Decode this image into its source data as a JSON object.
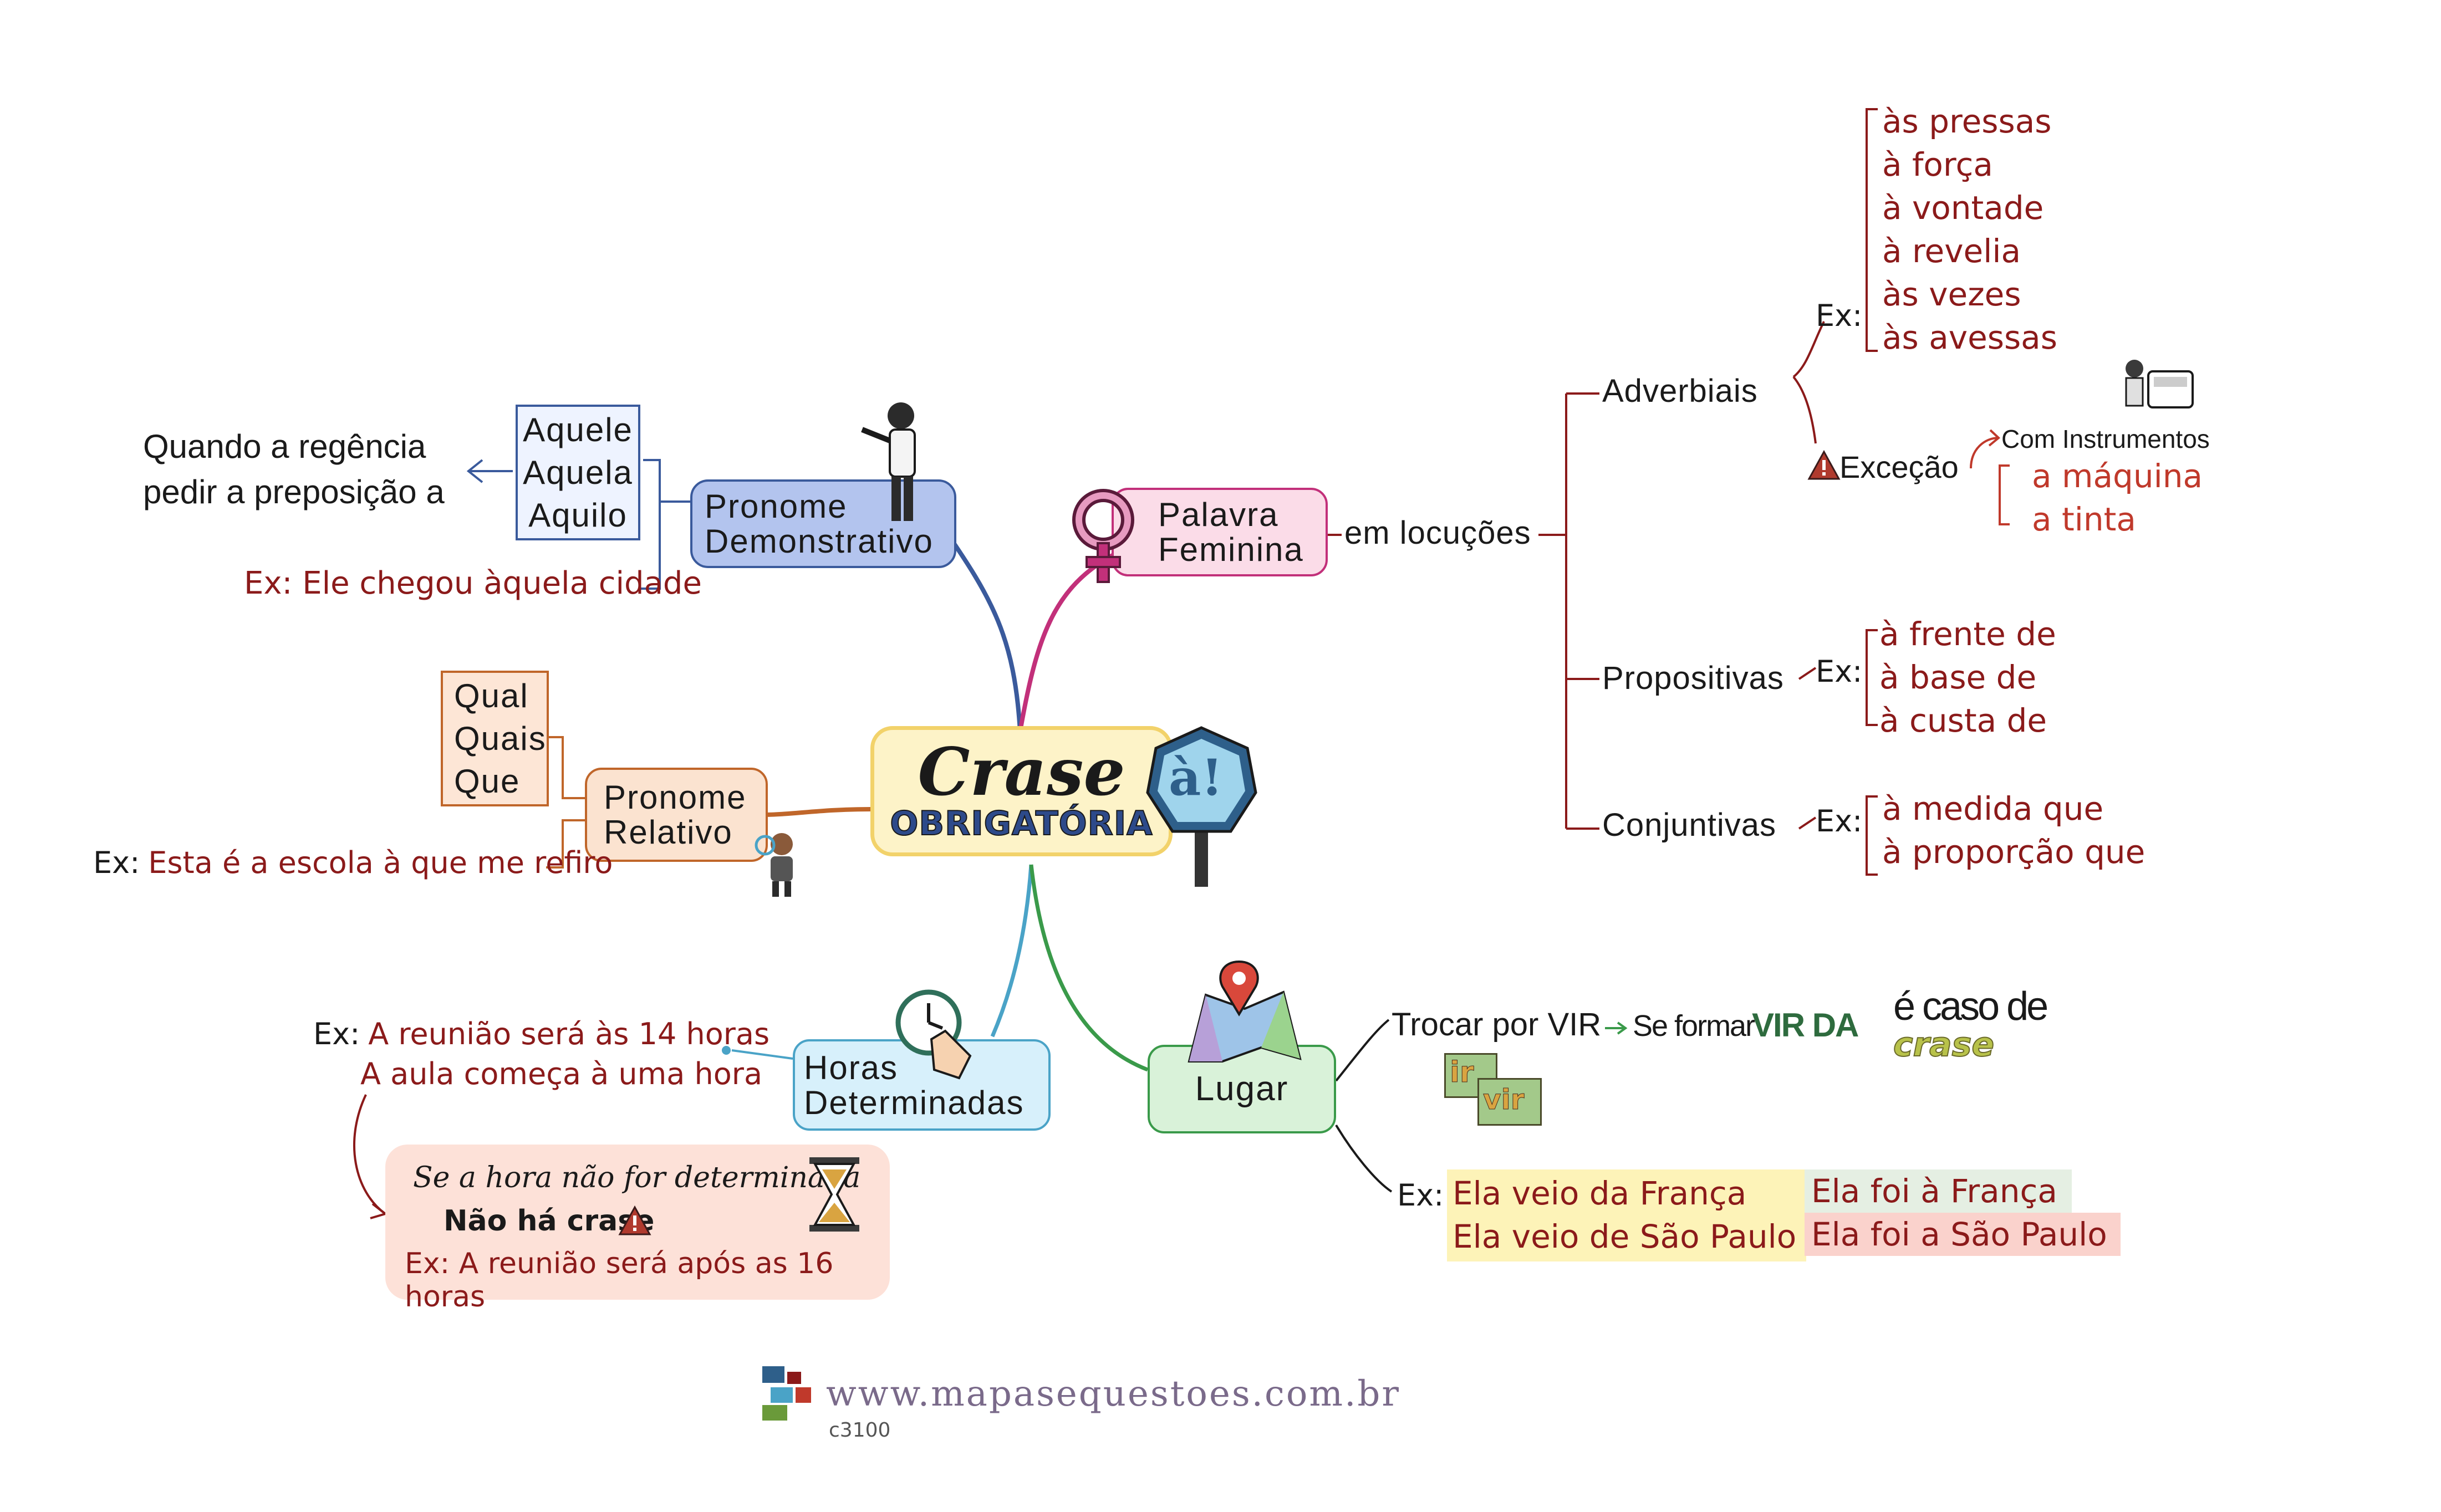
{
  "colors": {
    "blue_branch": "#3a5a9c",
    "wine": "#8b1a1a",
    "pink_branch": "#c2307a",
    "orange_branch": "#c0662a",
    "teal_branch": "#4aa3c7",
    "green_branch": "#3a9a4a"
  },
  "center": {
    "title": "Crase",
    "subtitle": "OBRIGATÓRIA",
    "sign_text": "à!"
  },
  "demonstrativo": {
    "label_l1": "Pronome",
    "label_l2": "Demonstrativo",
    "words": [
      "Aquele",
      "Aquela",
      "Aquilo"
    ],
    "rule_l1": "Quando a regência",
    "rule_l2": "pedir a preposição a",
    "example": "Ex: Ele chegou àquela cidade"
  },
  "relativo": {
    "label_l1": "Pronome",
    "label_l2": "Relativo",
    "words": [
      "Qual",
      "Quais",
      "Que"
    ],
    "ex_prefix": "Ex:",
    "example": "Esta é a escola à que me refiro"
  },
  "horas": {
    "label_l1": "Horas",
    "label_l2": "Determinadas",
    "ex_prefix": "Ex:",
    "example_1": "A reunião será às 14 horas",
    "example_2": "A aula começa à uma hora",
    "note_l1": "Se a hora não for determinada",
    "note_l2": "Não há crase",
    "note_l3": "Ex: A reunião será após as 16 horas"
  },
  "feminina": {
    "label_l1": "Palavra",
    "label_l2": "Feminina",
    "locucoes": "em locuções",
    "adverbiais": {
      "label": "Adverbiais",
      "ex": "Ex:",
      "items": [
        "às pressas",
        "à força",
        "à vontade",
        "à revelia",
        "às vezes",
        "às avessas"
      ],
      "excecao": "Exceção",
      "instrumentos": "Com Instrumentos",
      "instrument_items": [
        "a máquina",
        "a tinta"
      ]
    },
    "prepositivas": {
      "label": "Propositivas",
      "ex": "Ex:",
      "items": [
        "à frente de",
        "à base de",
        "à custa de"
      ]
    },
    "conjuntivas": {
      "label": "Conjuntivas",
      "ex": "Ex:",
      "items": [
        "à medida que",
        "à proporção que"
      ]
    }
  },
  "lugar": {
    "label": "Lugar",
    "trocar": "Trocar por VIR",
    "se_formar": "Se formar",
    "vir_da": "VIR DA",
    "e_caso_de": "é caso de",
    "crase_word": "crase",
    "icon_ir": "ir",
    "icon_vir": "vir",
    "ex": "Ex:",
    "with_crase": [
      "Ela veio da França",
      "Ela veio de São Paulo"
    ],
    "without": [
      "Ela foi à França",
      "Ela foi a São Paulo"
    ]
  },
  "footer": {
    "url": "www.mapasequestoes.com.br",
    "code": "c3100"
  }
}
